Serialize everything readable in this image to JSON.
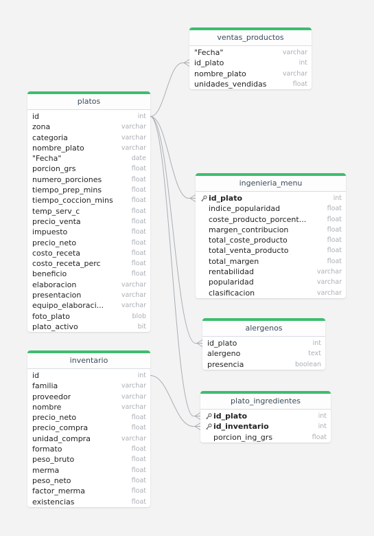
{
  "colors": {
    "header_bar": "#3dbd6f",
    "link": "#a8adb3"
  },
  "tables": {
    "ventas_productos": {
      "name": "ventas_productos",
      "fields": [
        {
          "name": "\"Fecha\"",
          "type": "varchar"
        },
        {
          "name": "id_plato",
          "type": "int"
        },
        {
          "name": "nombre_plato",
          "type": "varchar"
        },
        {
          "name": "unidades_vendidas",
          "type": "float"
        }
      ]
    },
    "platos": {
      "name": "platos",
      "fields": [
        {
          "name": "id",
          "type": "int"
        },
        {
          "name": "zona",
          "type": "varchar"
        },
        {
          "name": "categoria",
          "type": "varchar"
        },
        {
          "name": "nombre_plato",
          "type": "varchar"
        },
        {
          "name": "\"Fecha\"",
          "type": "date"
        },
        {
          "name": "porcion_grs",
          "type": "float"
        },
        {
          "name": "numero_porciones",
          "type": "float"
        },
        {
          "name": "tiempo_prep_mins",
          "type": "float"
        },
        {
          "name": "tiempo_coccion_mins",
          "type": "float"
        },
        {
          "name": "temp_serv_c",
          "type": "float"
        },
        {
          "name": "precio_venta",
          "type": "float"
        },
        {
          "name": "impuesto",
          "type": "float"
        },
        {
          "name": "precio_neto",
          "type": "float"
        },
        {
          "name": "costo_receta",
          "type": "float"
        },
        {
          "name": "costo_receta_perc",
          "type": "float"
        },
        {
          "name": "beneficio",
          "type": "float"
        },
        {
          "name": "elaboracion",
          "type": "varchar"
        },
        {
          "name": "presentacion",
          "type": "varchar"
        },
        {
          "name": "equipo_elaboraci...",
          "type": "varchar"
        },
        {
          "name": "foto_plato",
          "type": "blob"
        },
        {
          "name": "plato_activo",
          "type": "bit"
        }
      ]
    },
    "ingenieria_menu": {
      "name": "ingenieria_menu",
      "fields": [
        {
          "name": "id_plato",
          "type": "int",
          "key": true
        },
        {
          "name": "indice_popularidad",
          "type": "float"
        },
        {
          "name": "coste_producto_porcent...",
          "type": "float"
        },
        {
          "name": "margen_contribucion",
          "type": "float"
        },
        {
          "name": "total_coste_producto",
          "type": "float"
        },
        {
          "name": "total_venta_producto",
          "type": "float"
        },
        {
          "name": "total_margen",
          "type": "float"
        },
        {
          "name": "rentabilidad",
          "type": "varchar"
        },
        {
          "name": "popularidad",
          "type": "varchar"
        },
        {
          "name": "clasificacion",
          "type": "varchar"
        }
      ]
    },
    "alergenos": {
      "name": "alergenos",
      "fields": [
        {
          "name": "id_plato",
          "type": "int"
        },
        {
          "name": "alergeno",
          "type": "text"
        },
        {
          "name": "presencia",
          "type": "boolean"
        }
      ]
    },
    "inventario": {
      "name": "inventario",
      "fields": [
        {
          "name": "id",
          "type": "int"
        },
        {
          "name": "familia",
          "type": "varchar"
        },
        {
          "name": "proveedor",
          "type": "varchar"
        },
        {
          "name": "nombre",
          "type": "varchar"
        },
        {
          "name": "precio_neto",
          "type": "float"
        },
        {
          "name": "precio_compra",
          "type": "float"
        },
        {
          "name": "unidad_compra",
          "type": "varchar"
        },
        {
          "name": "formato",
          "type": "float"
        },
        {
          "name": "peso_bruto",
          "type": "float"
        },
        {
          "name": "merma",
          "type": "float"
        },
        {
          "name": "peso_neto",
          "type": "float"
        },
        {
          "name": "factor_merma",
          "type": "float"
        },
        {
          "name": "existencias",
          "type": "float"
        }
      ]
    },
    "plato_ingredientes": {
      "name": "plato_ingredientes",
      "fields": [
        {
          "name": "id_plato",
          "type": "int",
          "key": true
        },
        {
          "name": "id_inventario",
          "type": "int",
          "key": true
        },
        {
          "name": "porcion_ing_grs",
          "type": "float"
        }
      ]
    }
  }
}
